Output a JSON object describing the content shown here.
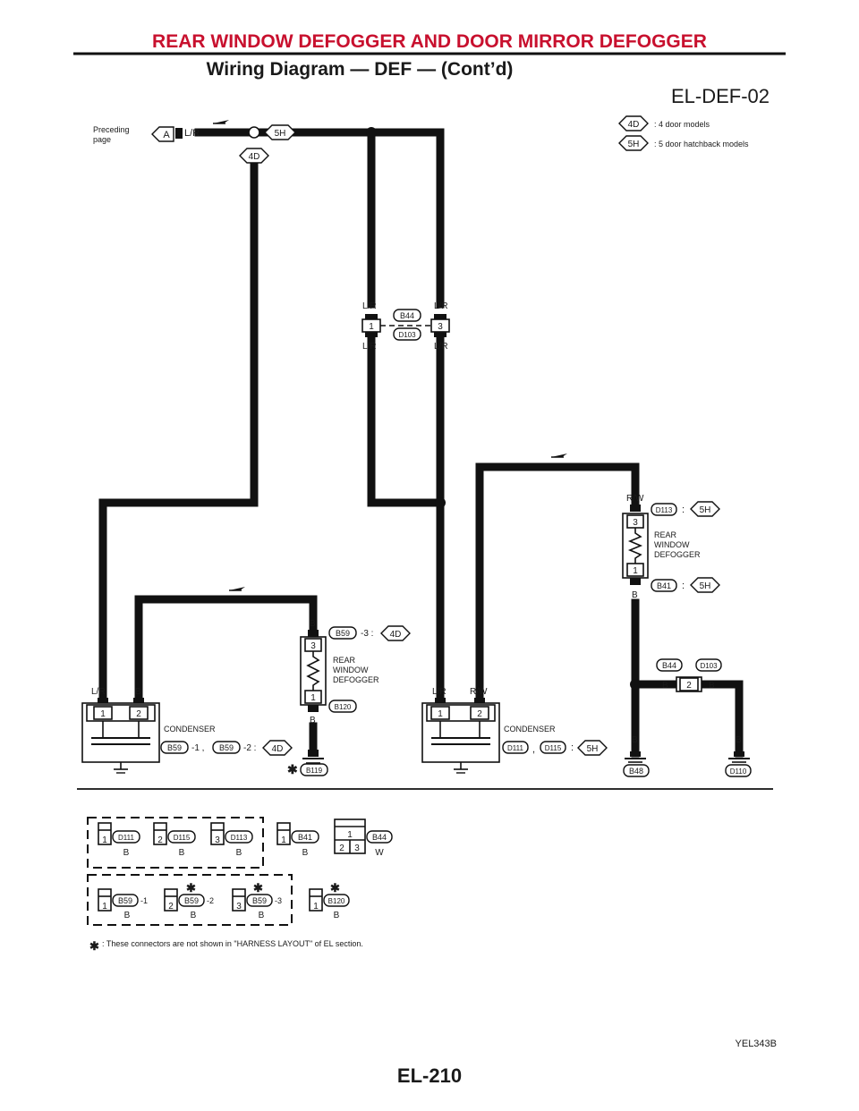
{
  "header": {
    "title": "REAR WINDOW DEFOGGER AND DOOR MIRROR DEFOGGER",
    "subtitle": "Wiring Diagram — DEF — (Cont’d)",
    "diagram_code": "EL-DEF-02"
  },
  "colors": {
    "header": "#c8102e",
    "line": "#111111"
  },
  "preceding": {
    "line1": "Preceding",
    "line2": "page",
    "connector": "A",
    "wire": "L/R"
  },
  "legend": [
    {
      "code": "4D",
      "text": ": 4 door models"
    },
    {
      "code": "5H",
      "text": ": 5 door hatchback models"
    }
  ],
  "models": {
    "m4d": "4D",
    "m5h": "5H"
  },
  "wires": {
    "lr": "L/R",
    "b": "B",
    "rw": "R/W"
  },
  "joint": {
    "b44": "B44",
    "d103": "D103",
    "pin1": "1",
    "pin3": "3",
    "pin2": "2"
  },
  "defogger": {
    "label_1": "REAR",
    "label_2": "WINDOW",
    "label_3": "DEFOGGER",
    "pin_top": "3",
    "pin_bottom": "1",
    "conn_5h_top": "D113",
    "conn_5h_bottom": "B41",
    "conn_4d_top": "B59",
    "conn_4d_top_suffix": "-3 :",
    "conn_4d_bottom": "B120",
    "colon": ":"
  },
  "condenser": {
    "label": "CONDENSER",
    "pin1": "1",
    "pin2": "2",
    "conn_4d_a": "B59",
    "conn_4d_a_suffix": "-1 ,",
    "conn_4d_b": "B59",
    "conn_4d_b_suffix": "-2 :",
    "conn_5h_a": "D111",
    "conn_5h_comma": ",",
    "conn_5h_b": "D115",
    "conn_5h_colon": ":"
  },
  "grounds": {
    "b119": "B119",
    "b48": "B48",
    "d110": "D110",
    "star": "✱"
  },
  "connector_table": {
    "row1": [
      {
        "pin": "1",
        "name": "D111",
        "color": "B"
      },
      {
        "pin": "2",
        "name": "D115",
        "color": "B"
      },
      {
        "pin": "3",
        "name": "D113",
        "color": "B"
      },
      {
        "pin": "1",
        "name": "B41",
        "color": "B"
      }
    ],
    "b44": {
      "top": "1",
      "left": "2",
      "right": "3",
      "name": "B44",
      "color": "W"
    },
    "row2": [
      {
        "pin": "1",
        "name": "B59",
        "suffix": "-1",
        "color": "B"
      },
      {
        "pin": "2",
        "name": "B59",
        "suffix": "-2",
        "color": "B"
      },
      {
        "pin": "3",
        "name": "B59",
        "suffix": "-3",
        "color": "B"
      },
      {
        "pin": "1",
        "name": "B120",
        "suffix": "",
        "color": "B"
      }
    ]
  },
  "note": ": These connectors are not shown in \"HARNESS LAYOUT\" of EL section.",
  "figure_code": "YEL343B",
  "page_number": "EL-210"
}
